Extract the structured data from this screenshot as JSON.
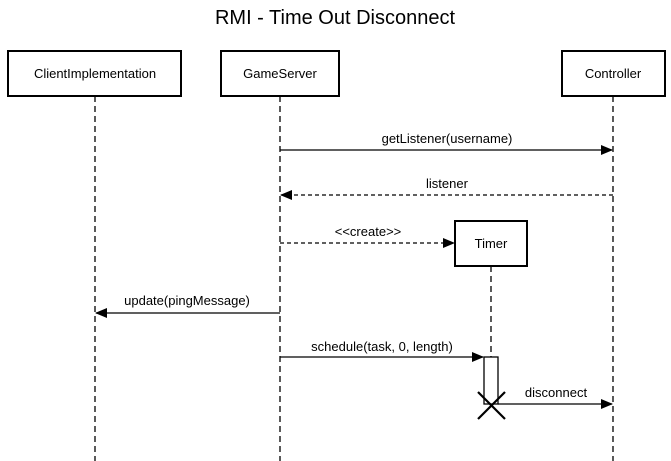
{
  "title": "RMI - Time Out Disconnect",
  "participants": {
    "client": "ClientImplementation",
    "server": "GameServer",
    "controller": "Controller",
    "timer": "Timer"
  },
  "messages": {
    "get_listener": "getListener(username)",
    "listener": "listener",
    "create": "<<create>>",
    "update": "update(pingMessage)",
    "schedule": "schedule(task, 0, length)",
    "disconnect": "disconnect"
  }
}
